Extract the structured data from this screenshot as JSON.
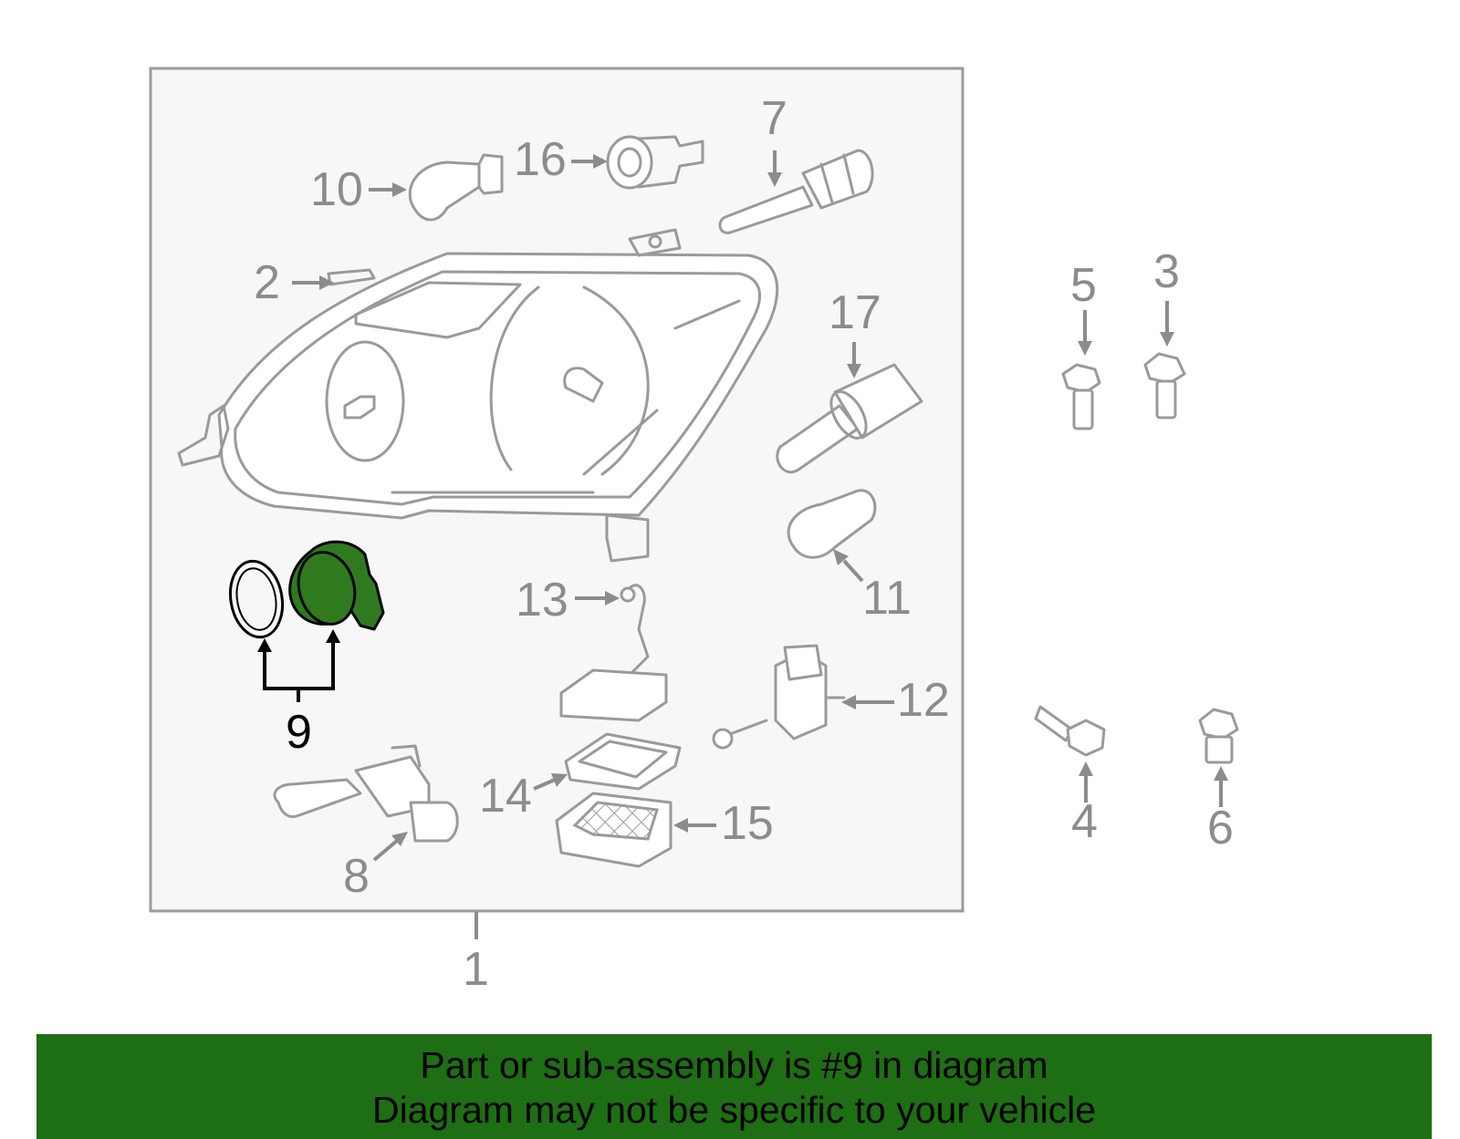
{
  "callouts": {
    "c1": "1",
    "c2": "2",
    "c3": "3",
    "c4": "4",
    "c5": "5",
    "c6": "6",
    "c7": "7",
    "c8": "8",
    "c9": "9",
    "c10": "10",
    "c11": "11",
    "c12": "12",
    "c13": "13",
    "c14": "14",
    "c15": "15",
    "c16": "16",
    "c17": "17"
  },
  "highlighted_part": "9",
  "colors": {
    "highlight": "#2f7a1f",
    "banner": "#1e6e14",
    "line": "#9a9a9a"
  },
  "banner": {
    "line1": "Part or sub-assembly is #9 in diagram",
    "line2": "Diagram may not be specific to your vehicle"
  }
}
